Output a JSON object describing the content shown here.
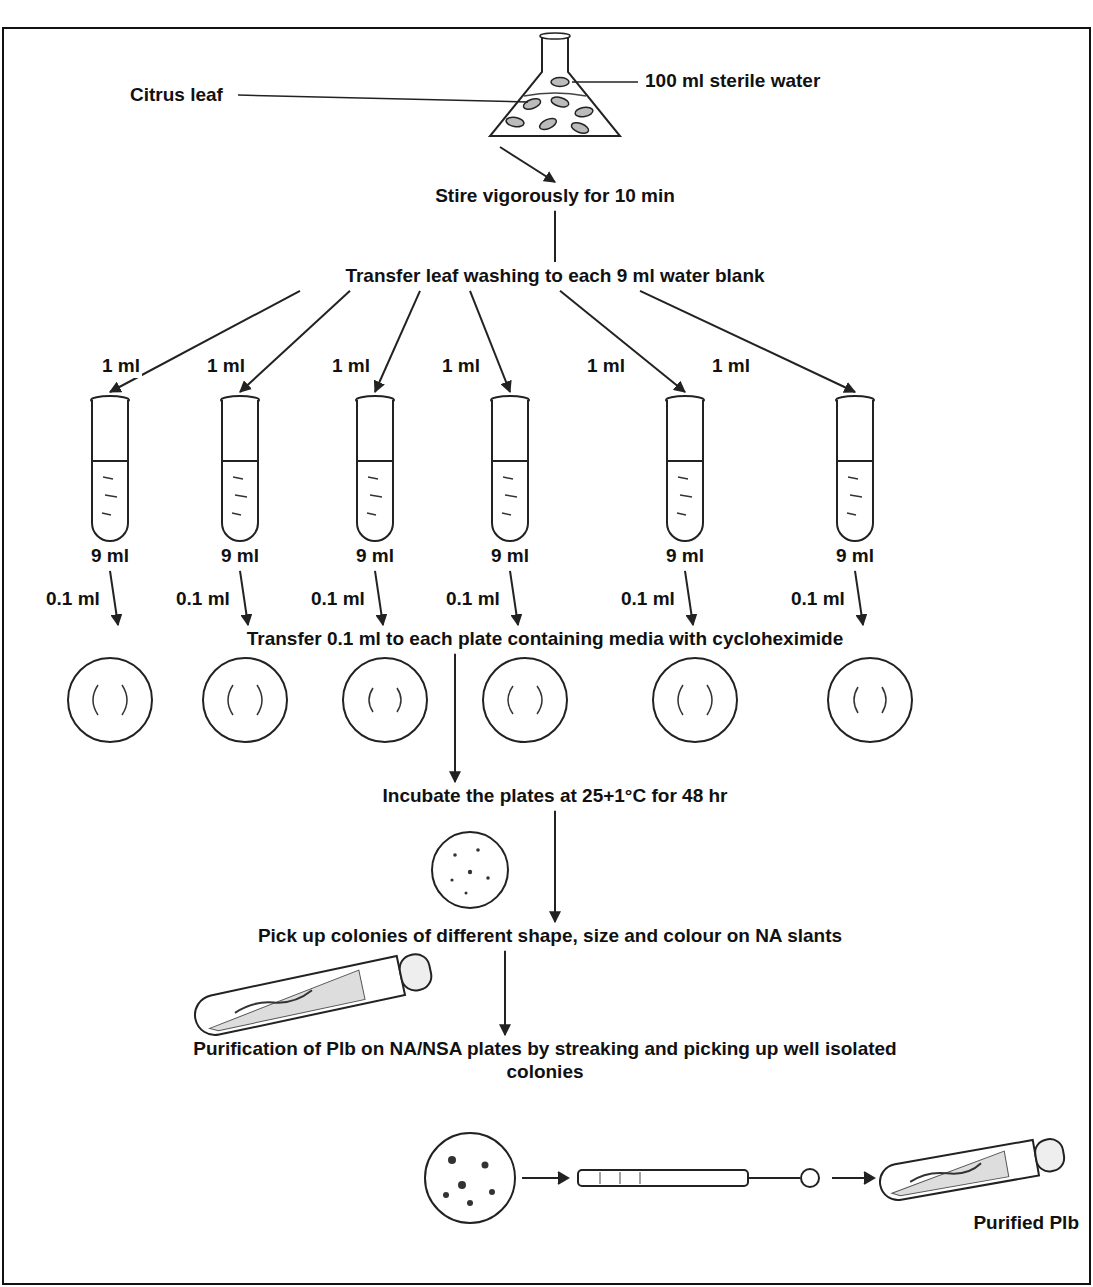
{
  "diagram": {
    "nodes": [
      {
        "text": [
          "Citrus leaf",
          "100 ml sterile water"
        ]
      },
      {
        "text": [
          "Stire vigorously for 10 min"
        ]
      },
      {
        "text": [
          "Transfer leaf washing to each 9 ml water blank"
        ]
      },
      {
        "text": [
          "9 ml"
        ]
      },
      {
        "text": [
          "9 ml"
        ]
      },
      {
        "text": [
          "9 ml"
        ]
      },
      {
        "text": [
          "9 ml"
        ]
      },
      {
        "text": [
          "9 ml"
        ]
      },
      {
        "text": [
          "9 ml"
        ]
      },
      {
        "text": [
          "Transfer 0.1 ml to each plate containing media with cycloheximide"
        ]
      },
      {
        "text": [
          "Incubate the plates at 25+1°C for 48 hr"
        ]
      },
      {
        "text": [
          "Pick up colonies of different shape, size and colour on NA slants"
        ]
      },
      {
        "text": [
          "Purification of Plb on NA/NSA plates by streaking and picking up well isolated colonies"
        ]
      },
      {
        "text": [
          "Purified Plb"
        ]
      }
    ],
    "edges": [
      {
        "from": 0,
        "to": 1,
        "arrow": "to"
      },
      {
        "from": 1,
        "to": 2,
        "arrow": "none"
      },
      {
        "from": 2,
        "to": 3,
        "label": "1 ml",
        "arrow": "to"
      },
      {
        "from": 2,
        "to": 4,
        "label": "1 ml",
        "arrow": "to"
      },
      {
        "from": 2,
        "to": 5,
        "label": "1 ml",
        "arrow": "to"
      },
      {
        "from": 2,
        "to": 6,
        "label": "1 ml",
        "arrow": "to"
      },
      {
        "from": 2,
        "to": 7,
        "label": "1 ml",
        "arrow": "to"
      },
      {
        "from": 2,
        "to": 8,
        "label": "1 ml",
        "arrow": "to"
      },
      {
        "from": 3,
        "to": 9,
        "label": "0.1 ml",
        "arrow": "to"
      },
      {
        "from": 4,
        "to": 9,
        "label": "0.1 ml",
        "arrow": "to"
      },
      {
        "from": 5,
        "to": 9,
        "label": "0.1 ml",
        "arrow": "to"
      },
      {
        "from": 6,
        "to": 9,
        "label": "0.1 ml",
        "arrow": "to"
      },
      {
        "from": 7,
        "to": 9,
        "label": "0.1 ml",
        "arrow": "to"
      },
      {
        "from": 8,
        "to": 9,
        "label": "0.1 ml",
        "arrow": "to"
      },
      {
        "from": 9,
        "to": 10,
        "arrow": "to"
      },
      {
        "from": 10,
        "to": 11,
        "arrow": "to"
      },
      {
        "from": 11,
        "to": 12,
        "arrow": "to"
      }
    ]
  }
}
